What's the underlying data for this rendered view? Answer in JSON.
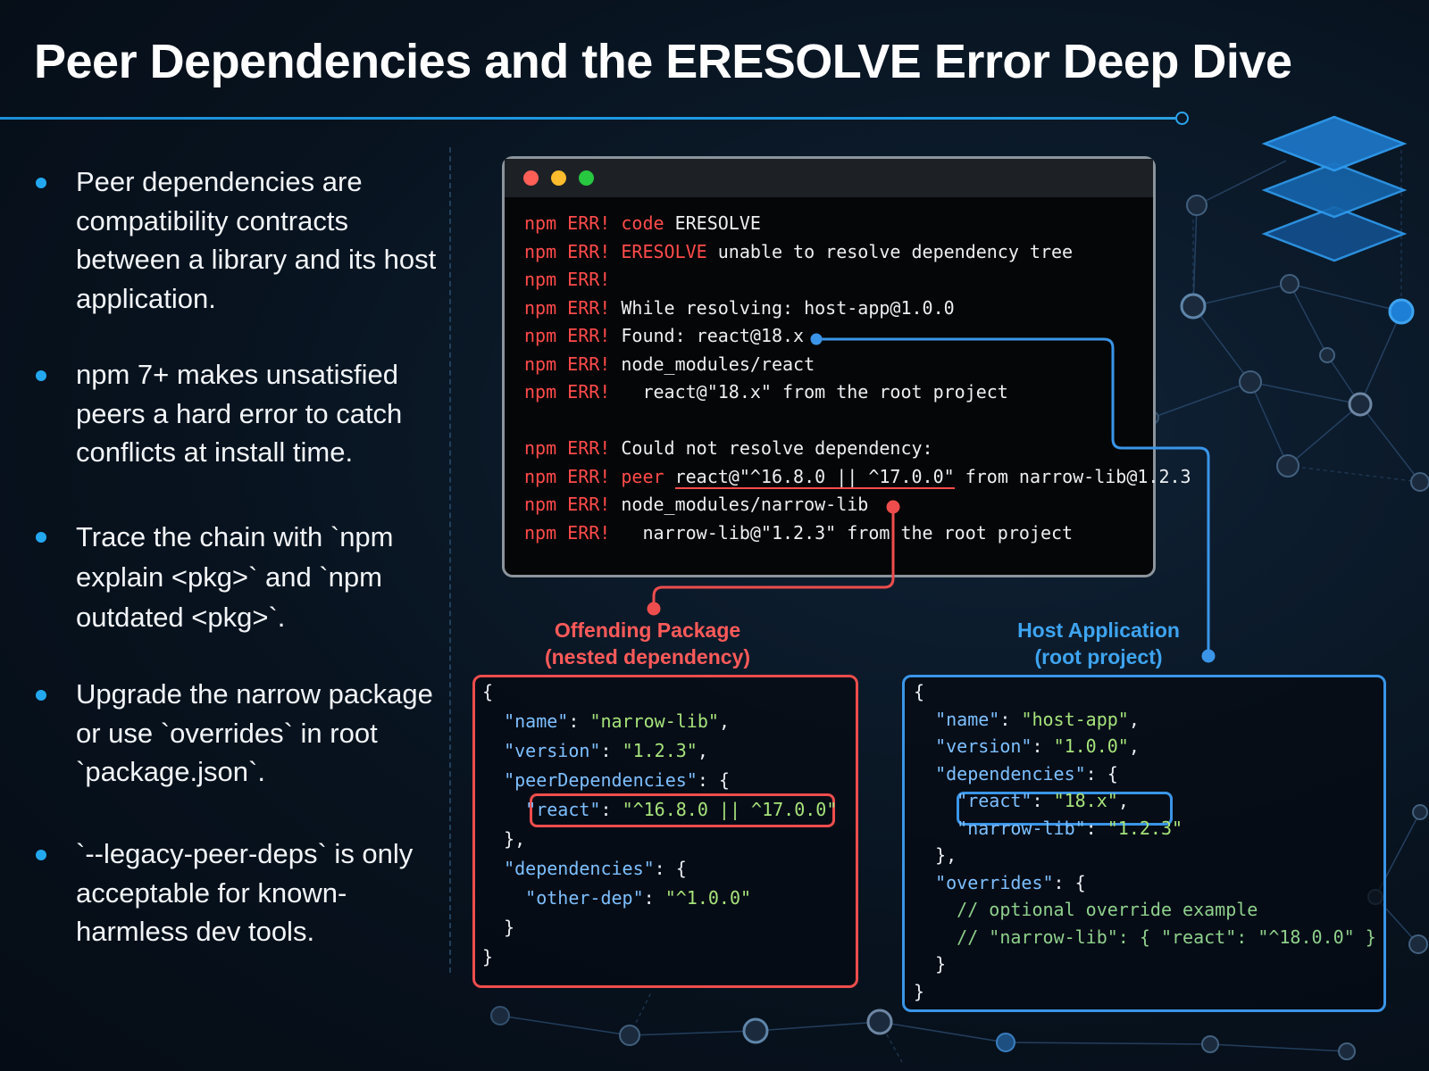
{
  "title": "Peer Dependencies and the ERESOLVE Error Deep Dive",
  "bullets": [
    "Peer dependencies are compatibility contracts between a library and its host application.",
    "npm 7+ makes unsatisfied peers a hard error to catch conflicts at install time.",
    "Trace the chain with `npm explain <pkg>` and `npm outdated <pkg>`.",
    "Upgrade the narrow package or use `overrides` in root `package.json`.",
    "`--legacy-peer-deps` is only acceptable for known-harmless dev tools."
  ],
  "terminal": {
    "prefix": "npm ERR!",
    "lines": [
      {
        "hot": "code",
        "text": " ERESOLVE"
      },
      {
        "hot": "ERESOLVE",
        "text": " unable to resolve dependency tree"
      },
      {
        "hot": "",
        "text": ""
      },
      {
        "hot": "",
        "text": "While resolving: host-app@1.0.0"
      },
      {
        "hot": "",
        "text": "Found: react@18.x"
      },
      {
        "hot": "",
        "text": "node_modules/react"
      },
      {
        "hot": "",
        "text": "  react@\"18.x\" from the root project"
      },
      {
        "hot": "",
        "text": "Could not resolve dependency:"
      },
      {
        "hot": "peer",
        "text": " ",
        "underline": "react@\"^16.8.0 || ^17.0.0\"",
        "tail": " from narrow-lib@1.2.3"
      },
      {
        "hot": "",
        "text": "node_modules/narrow-lib"
      },
      {
        "hot": "",
        "text": "  narrow-lib@\"1.2.3\" from the root project"
      }
    ]
  },
  "offending": {
    "label_line1": "Offending Package",
    "label_line2": "(nested dependency)",
    "json": [
      "{",
      "  \"name\": \"narrow-lib\",",
      "  \"version\": \"1.2.3\",",
      "  \"peerDependencies\": {",
      "    \"react\": \"^16.8.0 || ^17.0.0\"",
      "  },",
      "  \"dependencies\": {",
      "    \"other-dep\": \"^1.0.0\"",
      "  }",
      "}"
    ]
  },
  "host": {
    "label_line1": "Host Application",
    "label_line2": "(root project)",
    "json": [
      "{",
      "  \"name\": \"host-app\",",
      "  \"version\": \"1.0.0\",",
      "  \"dependencies\": {",
      "    \"react\": \"18.x\",",
      "    \"narrow-lib\": \"1.2.3\"",
      "  },",
      "  \"overrides\": {",
      "    // optional override example",
      "    // \"narrow-lib\": { \"react\": \"^18.0.0\" }",
      "  }",
      "}"
    ]
  },
  "colors": {
    "accent_blue": "#3a95e8",
    "error_red": "#ee4d4d",
    "string_green": "#a6e37a",
    "key_blue": "#7dc0ff"
  }
}
